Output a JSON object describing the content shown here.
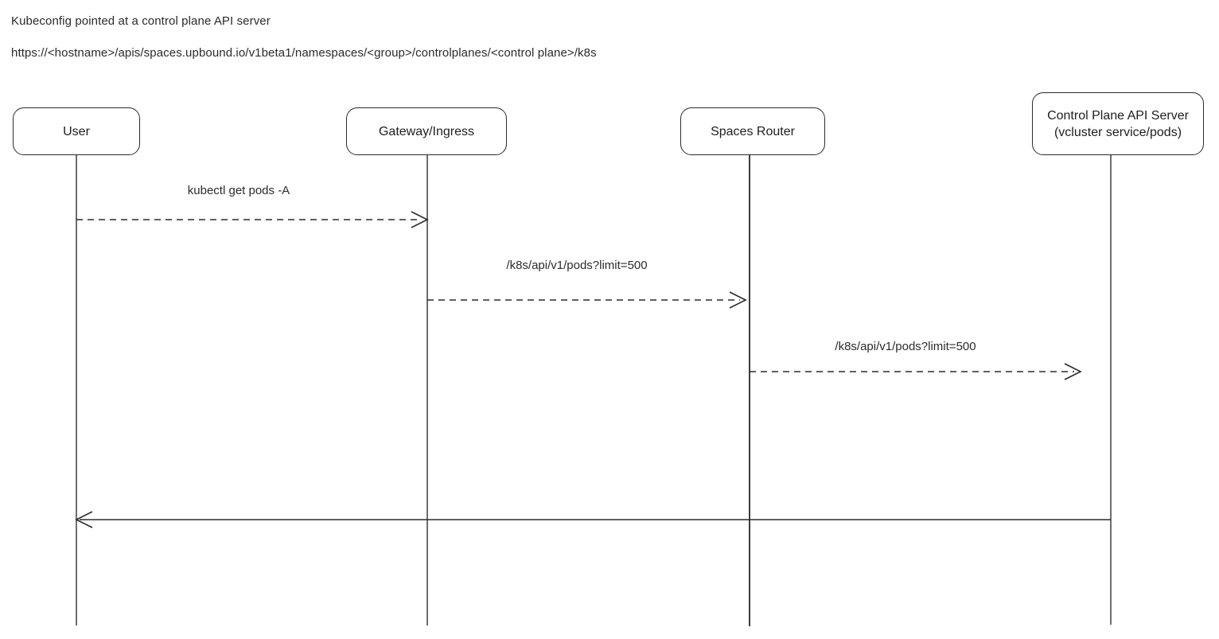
{
  "header": {
    "line1": "Kubeconfig pointed at a control plane API server",
    "line2": "https://<hostname>/apis/spaces.upbound.io/v1beta1/namespaces/<group>/controlplanes/<control plane>/k8s"
  },
  "diagram": {
    "type": "sequence-diagram",
    "stroke_color": "#2b2b2b",
    "background_color": "#ffffff",
    "actors": [
      {
        "id": "user",
        "label": "User"
      },
      {
        "id": "gateway-ingress",
        "label": "Gateway/Ingress"
      },
      {
        "id": "spaces-router",
        "label": "Spaces Router"
      },
      {
        "id": "control-plane-api-server",
        "label": "Control Plane API Server",
        "label_line2": "(vcluster service/pods)"
      }
    ],
    "messages": [
      {
        "from": "User",
        "to": "Gateway/Ingress",
        "label": "kubectl get pods -A",
        "line_style": "dashed",
        "direction": "right"
      },
      {
        "from": "Gateway/Ingress",
        "to": "Spaces Router",
        "label": "/k8s/api/v1/pods?limit=500",
        "line_style": "dashed",
        "direction": "right"
      },
      {
        "from": "Spaces Router",
        "to": "Control Plane API Server",
        "label": "/k8s/api/v1/pods?limit=500",
        "line_style": "dashed",
        "direction": "right"
      },
      {
        "from": "Control Plane API Server",
        "to": "User",
        "label": "",
        "line_style": "solid",
        "direction": "left"
      }
    ]
  }
}
